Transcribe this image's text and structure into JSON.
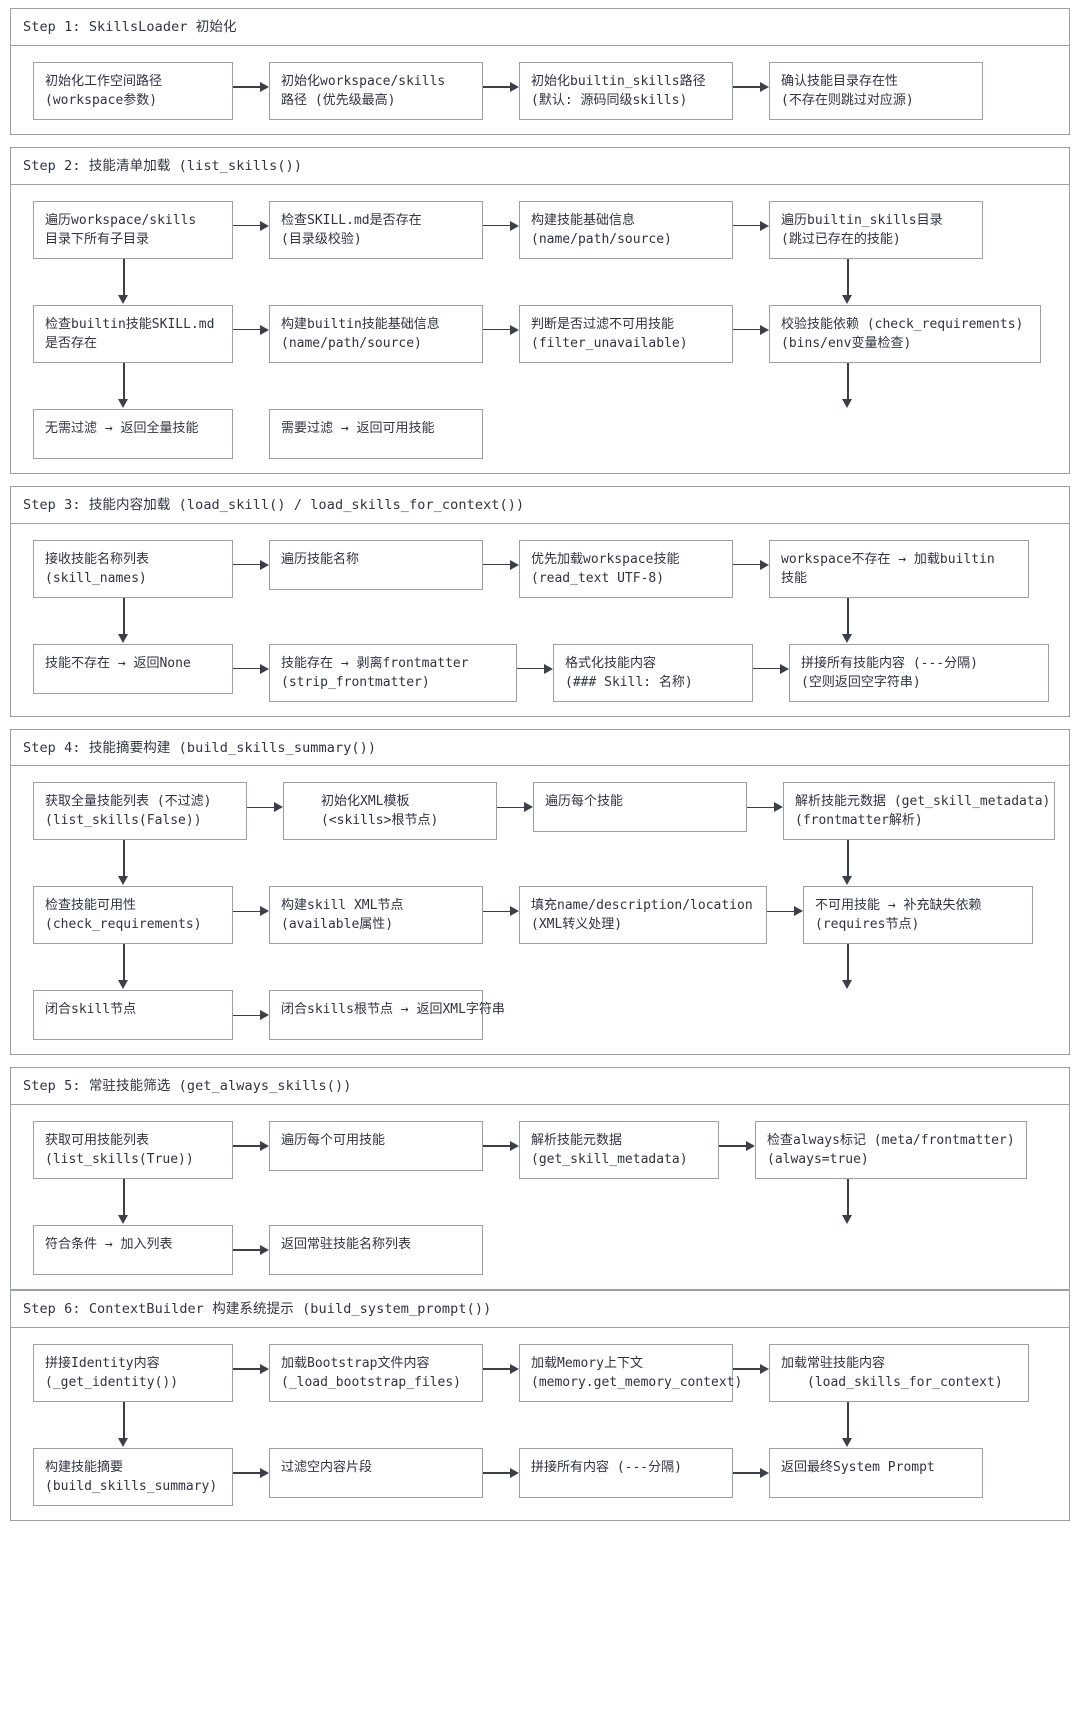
{
  "diagram": {
    "type": "flowchart",
    "title_present": false,
    "colors": {
      "border": "#9aa0aa",
      "arrow": "#3b4048",
      "text": "#2e3440",
      "background": "#ffffff"
    }
  },
  "steps": [
    {
      "id": "step1",
      "title": "Step 1: SkillsLoader 初始化",
      "rows": [
        {
          "nodes": [
            {
              "lines": [
                "初始化工作空间路径",
                "(workspace参数)"
              ]
            },
            {
              "lines": [
                "初始化workspace/skills",
                "路径 (优先级最高)"
              ]
            },
            {
              "lines": [
                "初始化builtin_skills路径",
                "(默认: 源码同级skills)"
              ]
            },
            {
              "lines": [
                "确认技能目录存在性",
                "(不存在则跳过对应源)"
              ]
            }
          ]
        }
      ]
    },
    {
      "id": "step2",
      "title": "Step 2: 技能清单加载 (list_skills())",
      "rows": [
        {
          "nodes": [
            {
              "lines": [
                "遍历workspace/skills",
                "目录下所有子目录"
              ]
            },
            {
              "lines": [
                "检查SKILL.md是否存在",
                "(目录级校验)"
              ]
            },
            {
              "lines": [
                "构建技能基础信息",
                "(name/path/source)"
              ]
            },
            {
              "lines": [
                "遍历builtin_skills目录",
                "(跳过已存在的技能)"
              ]
            }
          ]
        },
        {
          "nodes": [
            {
              "lines": [
                "检查builtin技能SKILL.md",
                "是否存在"
              ]
            },
            {
              "lines": [
                "构建builtin技能基础信息",
                "(name/path/source)"
              ]
            },
            {
              "lines": [
                "判断是否过滤不可用技能",
                "(filter_unavailable)"
              ]
            },
            {
              "lines": [
                "校验技能依赖 (check_requirements)",
                "(bins/env变量检查)"
              ]
            }
          ]
        },
        {
          "nodes": [
            {
              "lines": [
                "无需过滤 → 返回全量技能"
              ]
            },
            {
              "lines": [
                "需要过滤 → 返回可用技能"
              ]
            }
          ]
        }
      ]
    },
    {
      "id": "step3",
      "title": "Step 3: 技能内容加载 (load_skill() / load_skills_for_context())",
      "rows": [
        {
          "nodes": [
            {
              "lines": [
                "接收技能名称列表",
                "(skill_names)"
              ]
            },
            {
              "lines": [
                "遍历技能名称"
              ]
            },
            {
              "lines": [
                "优先加载workspace技能",
                "(read_text UTF-8)"
              ]
            },
            {
              "lines": [
                "workspace不存在 → 加载builtin",
                "技能"
              ]
            }
          ]
        },
        {
          "nodes": [
            {
              "lines": [
                "技能不存在 → 返回None"
              ]
            },
            {
              "lines": [
                "技能存在 → 剥离frontmatter",
                "(strip_frontmatter)"
              ]
            },
            {
              "lines": [
                "格式化技能内容",
                "(### Skill: 名称)"
              ]
            },
            {
              "lines": [
                "拼接所有技能内容 (---分隔)",
                "(空则返回空字符串)"
              ]
            }
          ]
        }
      ]
    },
    {
      "id": "step4",
      "title": "Step 4: 技能摘要构建 (build_skills_summary())",
      "rows": [
        {
          "nodes": [
            {
              "lines": [
                "获取全量技能列表 (不过滤)",
                "(list_skills(False))"
              ]
            },
            {
              "lines": [
                "初始化XML模板",
                "(<skills>根节点)"
              ]
            },
            {
              "lines": [
                "遍历每个技能"
              ]
            },
            {
              "lines": [
                "解析技能元数据 (get_skill_metadata)",
                "(frontmatter解析)"
              ]
            }
          ]
        },
        {
          "nodes": [
            {
              "lines": [
                "检查技能可用性",
                "(check_requirements)"
              ]
            },
            {
              "lines": [
                "构建skill XML节点",
                "(available属性)"
              ]
            },
            {
              "lines": [
                "填充name/description/location",
                "(XML转义处理)"
              ]
            },
            {
              "lines": [
                "不可用技能 → 补充缺失依赖",
                "(requires节点)"
              ]
            }
          ]
        },
        {
          "nodes": [
            {
              "lines": [
                "闭合skill节点"
              ]
            },
            {
              "lines": [
                "闭合skills根节点 → 返回XML字符串"
              ]
            }
          ]
        }
      ]
    },
    {
      "id": "step5",
      "title": "Step 5: 常驻技能筛选 (get_always_skills())",
      "rows": [
        {
          "nodes": [
            {
              "lines": [
                "获取可用技能列表",
                "(list_skills(True))"
              ]
            },
            {
              "lines": [
                "遍历每个可用技能"
              ]
            },
            {
              "lines": [
                "解析技能元数据",
                "(get_skill_metadata)"
              ]
            },
            {
              "lines": [
                "检查always标记 (meta/frontmatter)",
                "(always=true)"
              ]
            }
          ]
        },
        {
          "nodes": [
            {
              "lines": [
                "符合条件 → 加入列表"
              ]
            },
            {
              "lines": [
                "返回常驻技能名称列表"
              ]
            }
          ]
        }
      ]
    },
    {
      "id": "step6",
      "title": "Step 6: ContextBuilder 构建系统提示 (build_system_prompt())",
      "rows": [
        {
          "nodes": [
            {
              "lines": [
                "拼接Identity内容",
                "(_get_identity())"
              ]
            },
            {
              "lines": [
                "加载Bootstrap文件内容",
                "(_load_bootstrap_files)"
              ]
            },
            {
              "lines": [
                "加载Memory上下文",
                "(memory.get_memory_context)"
              ]
            },
            {
              "lines": [
                "加载常驻技能内容",
                "(load_skills_for_context)"
              ]
            }
          ]
        },
        {
          "nodes": [
            {
              "lines": [
                "构建技能摘要",
                "(build_skills_summary)"
              ]
            },
            {
              "lines": [
                "过滤空内容片段"
              ]
            },
            {
              "lines": [
                "拼接所有内容 (---分隔)"
              ]
            },
            {
              "lines": [
                "返回最终System Prompt"
              ]
            }
          ]
        }
      ]
    }
  ]
}
